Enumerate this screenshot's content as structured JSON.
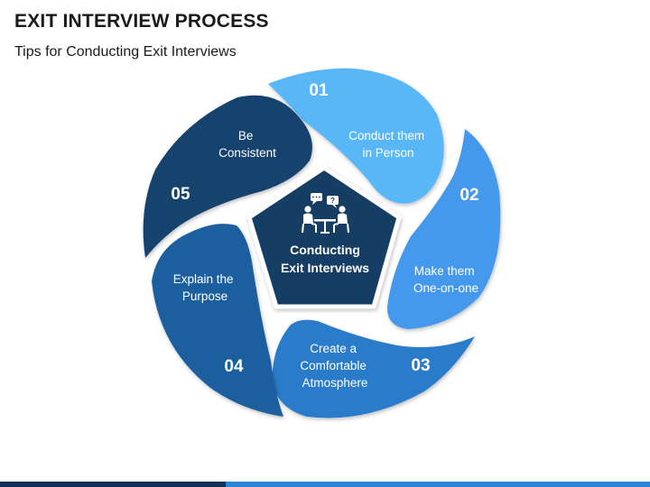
{
  "header": {
    "title": "EXIT INTERVIEW PROCESS",
    "subtitle": "Tips for Conducting Exit Interviews"
  },
  "center": {
    "line1": "Conducting",
    "line2": "Exit Interviews",
    "icon": "meeting-icon"
  },
  "segments": [
    {
      "number": "01",
      "lines": [
        "Conduct them",
        "in Person"
      ],
      "color": "#5ab7f7"
    },
    {
      "number": "02",
      "lines": [
        "Make them",
        "One-on-one"
      ],
      "color": "#4599ec"
    },
    {
      "number": "03",
      "lines": [
        "Create a",
        "Comfortable",
        "Atmosphere"
      ],
      "color": "#2a7ccb"
    },
    {
      "number": "04",
      "lines": [
        "Explain the",
        "Purpose"
      ],
      "color": "#1e5f9e"
    },
    {
      "number": "05",
      "lines": [
        "Be",
        "Consistent"
      ],
      "color": "#17426e"
    }
  ],
  "colors": {
    "pentagon": "#173d63",
    "pentagon_border": "#ffffff",
    "bar_left": "#103154",
    "bar_right": "#2a85d8"
  }
}
